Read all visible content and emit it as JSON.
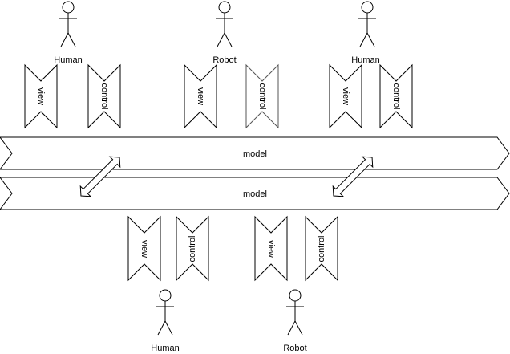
{
  "diagram": {
    "model_bands": [
      {
        "label": "model"
      },
      {
        "label": "model"
      }
    ],
    "top_actors": [
      {
        "label": "Human",
        "view": "view",
        "control": "control",
        "control_stroke": "#000000"
      },
      {
        "label": "Robot",
        "view": "view",
        "control": "control",
        "control_stroke": "#555555"
      },
      {
        "label": "Human",
        "view": "view",
        "control": "control",
        "control_stroke": "#000000"
      }
    ],
    "bottom_actors": [
      {
        "label": "Human",
        "view": "view",
        "control": "control"
      },
      {
        "label": "Robot",
        "view": "view",
        "control": "control"
      }
    ],
    "colors": {
      "stroke": "#000000",
      "fill": "#ffffff"
    }
  }
}
